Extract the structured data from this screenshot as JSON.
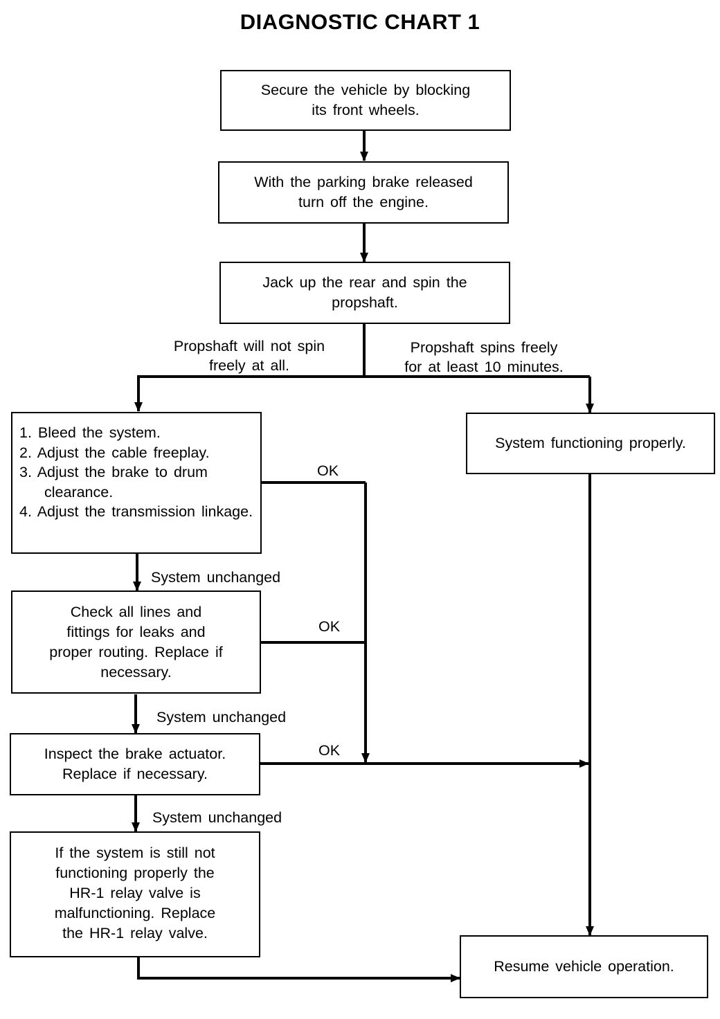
{
  "title": "DIAGNOSTIC CHART 1",
  "boxes": {
    "secure": [
      "Secure the vehicle by blocking",
      "its front wheels."
    ],
    "parking": [
      "With the parking brake released",
      "turn off the engine."
    ],
    "jack": [
      "Jack up the rear and spin the",
      "propshaft."
    ],
    "functioning": [
      "System functioning properly."
    ],
    "check_lines": [
      "Check all lines and",
      "fittings for leaks and",
      "proper routing. Replace if",
      "necessary."
    ],
    "inspect": [
      "Inspect the brake actuator.",
      "Replace if necessary."
    ],
    "relay": [
      "If the system is still not",
      "functioning properly the",
      "HR-1 relay valve is",
      "malfunctioning. Replace",
      "the HR-1 relay valve."
    ],
    "resume": [
      "Resume vehicle operation."
    ]
  },
  "steps": [
    "1.  Bleed the system.",
    "2.  Adjust the cable freeplay.",
    "3.  Adjust the brake to drum clearance.",
    "4.  Adjust the transmission linkage."
  ],
  "labels": {
    "not_spin": [
      "Propshaft will not spin",
      "freely  at all."
    ],
    "spins": [
      "Propshaft  spins freely",
      "for at least 10 minutes."
    ],
    "ok": "OK",
    "unchanged": "System unchanged"
  }
}
